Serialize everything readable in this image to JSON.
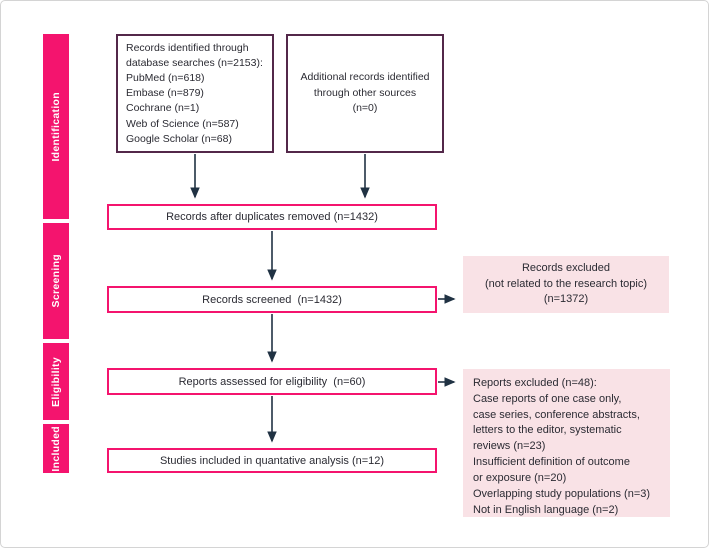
{
  "figure": {
    "type": "prisma-flow-diagram"
  },
  "sidebar": {
    "stages": [
      {
        "label": "Identification"
      },
      {
        "label": "Screening"
      },
      {
        "label": "Eligibility"
      },
      {
        "label": "Included"
      }
    ]
  },
  "flow": {
    "identification": {
      "database_box": "Records identified through\ndatabase searches (n=2153):\nPubMed (n=618)\nEmbase (n=879)\nCochrane (n=1)\nWeb of Science (n=587)\nGoogle Scholar (n=68)",
      "other_sources_box": "Additional records identified\nthrough other sources\n(n=0)"
    },
    "screening": {
      "duplicates_removed_box": "Records after duplicates removed (n=1432)",
      "screened_box": "Records screened  (n=1432)",
      "records_excluded_box": "Records excluded\n(not related to the research topic)\n(n=1372)"
    },
    "eligibility": {
      "assessed_box": "Reports assessed for eligibility  (n=60)",
      "reports_excluded_box": "Reports excluded (n=48):\nCase reports of one case only,\ncase series, conference abstracts,\nletters to the editor, systematic\nreviews (n=23)\nInsufficient definition of outcome\nor exposure (n=20)\nOverlapping study populations (n=3)\nNot in English language (n=2)"
    },
    "included": {
      "included_box": "Studies included in quantative analysis (n=12)"
    }
  },
  "colors": {
    "accent_pink": "#F4146E",
    "light_pink_fill": "#F9E2E6",
    "dark_outline": "#53284A",
    "arrow": "#203243"
  }
}
